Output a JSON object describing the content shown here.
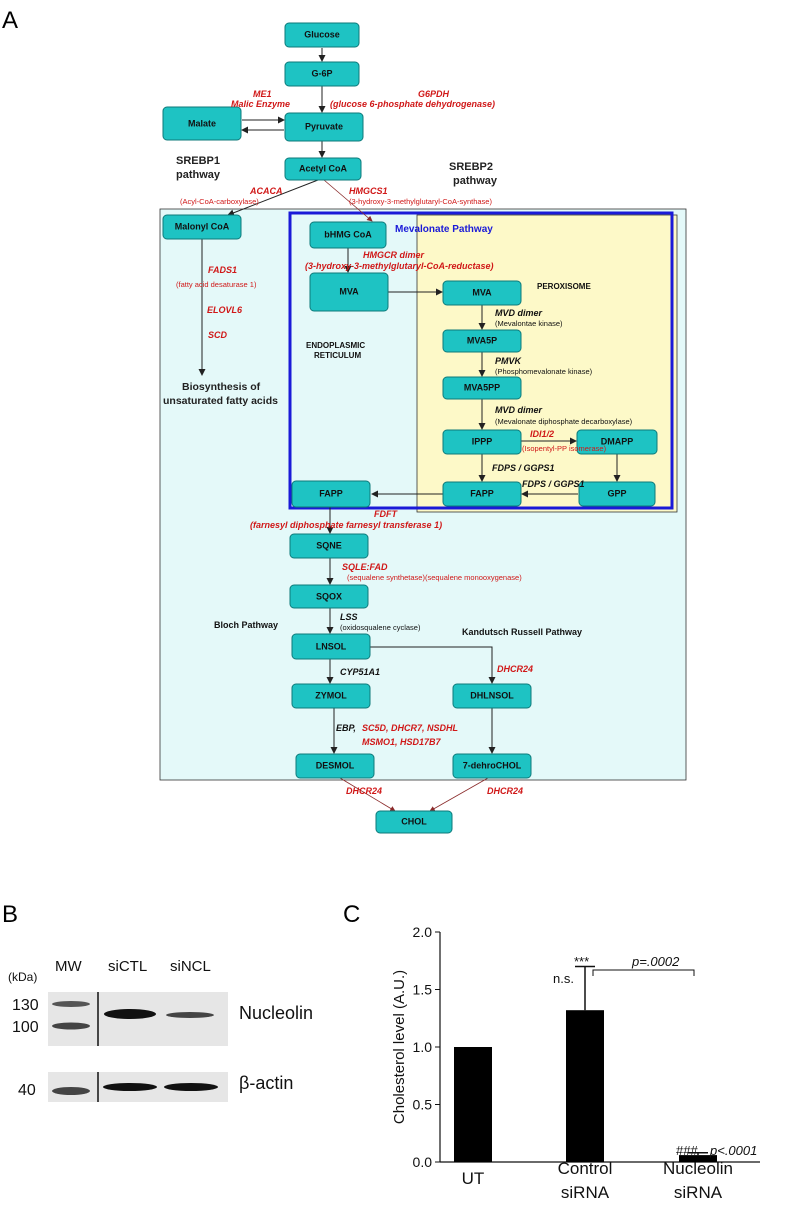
{
  "panel_a": {
    "letter": "A",
    "mevalonate_title": "Mevalonate Pathway",
    "region_labels": {
      "srebp1": [
        "SREBP1",
        "pathway"
      ],
      "srebp2": [
        "SREBP2",
        "pathway"
      ],
      "peroxisome": "PEROXISOME",
      "er": [
        "ENDOPLASMIC",
        "RETICULUM"
      ],
      "biosynthesis": [
        "Biosynthesis of",
        "unsaturated fatty acids"
      ],
      "bloch": "Bloch Pathway",
      "kandutsch": "Kandutsch Russell Pathway"
    },
    "nodes": {
      "glucose": "Glucose",
      "g6p": "G-6P",
      "malate": "Malate",
      "pyruvate": "Pyruvate",
      "acetyl_coa": "Acetyl CoA",
      "malonyl_coa": "Malonyl CoA",
      "bhmg_coa": "bHMG CoA",
      "mva_er": "MVA",
      "mva_px": "MVA",
      "mva5p": "MVA5P",
      "mva5pp": "MVA5PP",
      "ippp": "IPPP",
      "dmapp": "DMAPP",
      "fapp_px": "FAPP",
      "gpp": "GPP",
      "fapp_er": "FAPP",
      "sqne": "SQNE",
      "sqox": "SQOX",
      "lnsol": "LNSOL",
      "zymol": "ZYMOL",
      "dhlnsol": "DHLNSOL",
      "desmol": "DESMOL",
      "dehrochol": "7-dehroCHOL",
      "chol": "CHOL"
    },
    "enzymes": {
      "me1": "ME1",
      "malic": "Malic Enzyme",
      "g6pdh": "G6PDH",
      "g6pdh_full": "(glucose 6-phosphate dehydrogenase)",
      "acaca": "ACACA",
      "acaca_full": "(Acyl-CoA-carboxylase)",
      "hmgcs1": "HMGCS1",
      "hmgcs1_full": "(3-hydroxy-3-methylglutaryl-CoA-synthase)",
      "fads1": "FADS1",
      "fads1_full": "(fatty acid desaturase 1)",
      "elovl6": "ELOVL6",
      "scd": "SCD",
      "hmgcr": "HMGCR dimer",
      "hmgcr_full": "(3-hydroxy-3-methylglutaryl-CoA-reductase)",
      "mvd1": "MVD dimer",
      "mvd1_full": "(Mevalontae kinase)",
      "pmvk": "PMVK",
      "pmvk_full": "(Phosphomevalonate kinase)",
      "mvd2": "MVD dimer",
      "mvd2_full": "(Mevalonate diphosphate decarboxylase)",
      "idi": "IDI1/2",
      "idi_full": "(Isopentyl-PP isomerase)",
      "fdps1": "FDPS / GGPS1",
      "fdps2": "FDPS / GGPS1",
      "fdft": "FDFT",
      "fdft_full": "(farnesyl diphosphate farnesyl transferase 1)",
      "sqle": "SQLE:FAD",
      "sqle_full": "(sequalene synthetase)(sequalene monooxygenase)",
      "lss": "LSS",
      "lss_full": "(oxidosqualene cyclase)",
      "cyp51": "CYP51A1",
      "dhcr24_a": "DHCR24",
      "ebp": "EBP,",
      "sc5d": "SC5D, DHCR7, NSDHL",
      "msmo": "MSMO1, HSD17B7",
      "dhcr24_b": "DHCR24",
      "dhcr24_c": "DHCR24"
    }
  },
  "panel_b": {
    "letter": "B",
    "kda": "(kDa)",
    "mw": "MW",
    "lanes": [
      "siCTL",
      "siNCL"
    ],
    "markers": [
      "130",
      "100",
      "40"
    ],
    "proteins": [
      "Nucleolin",
      "β-actin"
    ]
  },
  "panel_c": {
    "letter": "C",
    "sig_compare": "***",
    "sig_compare_p": "p=.0002",
    "ns": "n.s.",
    "sig_nucleolin": "###",
    "sig_nucleolin_p": "p<.0001"
  },
  "chart_data": {
    "type": "bar",
    "categories": [
      [
        "UT"
      ],
      [
        "Control",
        "siRNA"
      ],
      [
        "Nucleolin",
        "siRNA"
      ]
    ],
    "values": [
      1.0,
      1.32,
      0.06
    ],
    "errors": [
      0,
      0.38,
      0.02
    ],
    "ylabel": "Cholesterol level (A.U.)",
    "ylim": [
      0,
      2.0
    ],
    "yticks": [
      "0.0",
      "0.5",
      "1.0",
      "1.5",
      "2.0"
    ],
    "bar_color": "#000000",
    "grid": false
  }
}
